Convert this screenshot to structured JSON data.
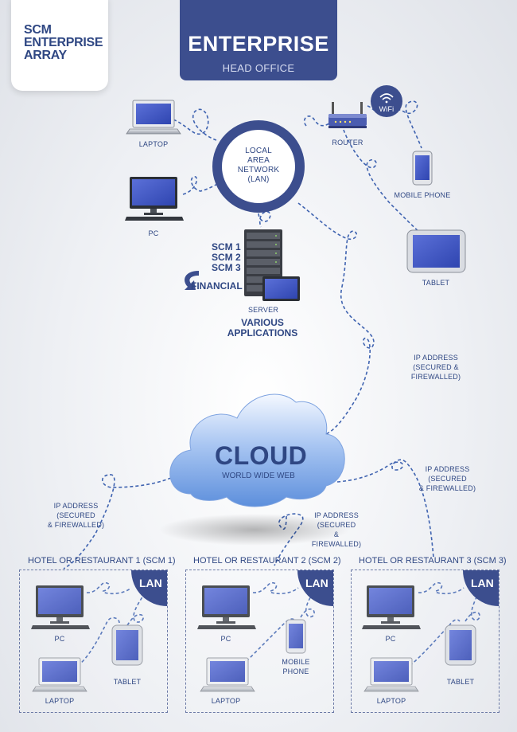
{
  "brand": {
    "title": "SCM\nENTERPRISE\nARRAY"
  },
  "head_office": {
    "title": "ENTERPRISE",
    "subtitle": "HEAD OFFICE"
  },
  "lan_center": {
    "label": "LOCAL\nAREA\nNETWORK\n(LAN)"
  },
  "devices": {
    "laptop": "LAPTOP",
    "pc": "PC",
    "router": "ROUTER",
    "wifi": "WiFi",
    "mobile_phone": "MOBILE PHONE",
    "tablet": "TABLET",
    "server": "SERVER"
  },
  "server_stack": {
    "scm1": "SCM 1",
    "scm2": "SCM 2",
    "scm3": "SCM 3",
    "financial": "FINANCIAL",
    "various": "VARIOUS\nAPPLICATIONS"
  },
  "connections": {
    "top_right": "IP ADDRESS\n(SECURED & FIREWALLED)",
    "left": "IP ADDRESS\n(SECURED\n& FIREWALLED)",
    "center": "IP ADDRESS\n(SECURED\n& FIREWALLED)",
    "right": "IP ADDRESS\n(SECURED\n& FIREWALLED)"
  },
  "cloud": {
    "title": "CLOUD",
    "subtitle": "WORLD WIDE WEB"
  },
  "hotels": [
    {
      "title": "HOTEL OR RESTAURANT 1 (SCM 1)",
      "lan": "LAN",
      "pc": "PC",
      "laptop": "LAPTOP",
      "device": "TABLET"
    },
    {
      "title": "HOTEL OR RESTAURANT 2 (SCM 2)",
      "lan": "LAN",
      "pc": "PC",
      "laptop": "LAPTOP",
      "device": "MOBILE\nPHONE"
    },
    {
      "title": "HOTEL OR RESTAURANT 3 (SCM 3)",
      "lan": "LAN",
      "pc": "PC",
      "laptop": "LAPTOP",
      "device": "TABLET"
    }
  ],
  "colors": {
    "primary": "#3c4e8e",
    "text": "#2f4783",
    "screen": "#3f55c6",
    "connector": "#3f63b0"
  }
}
